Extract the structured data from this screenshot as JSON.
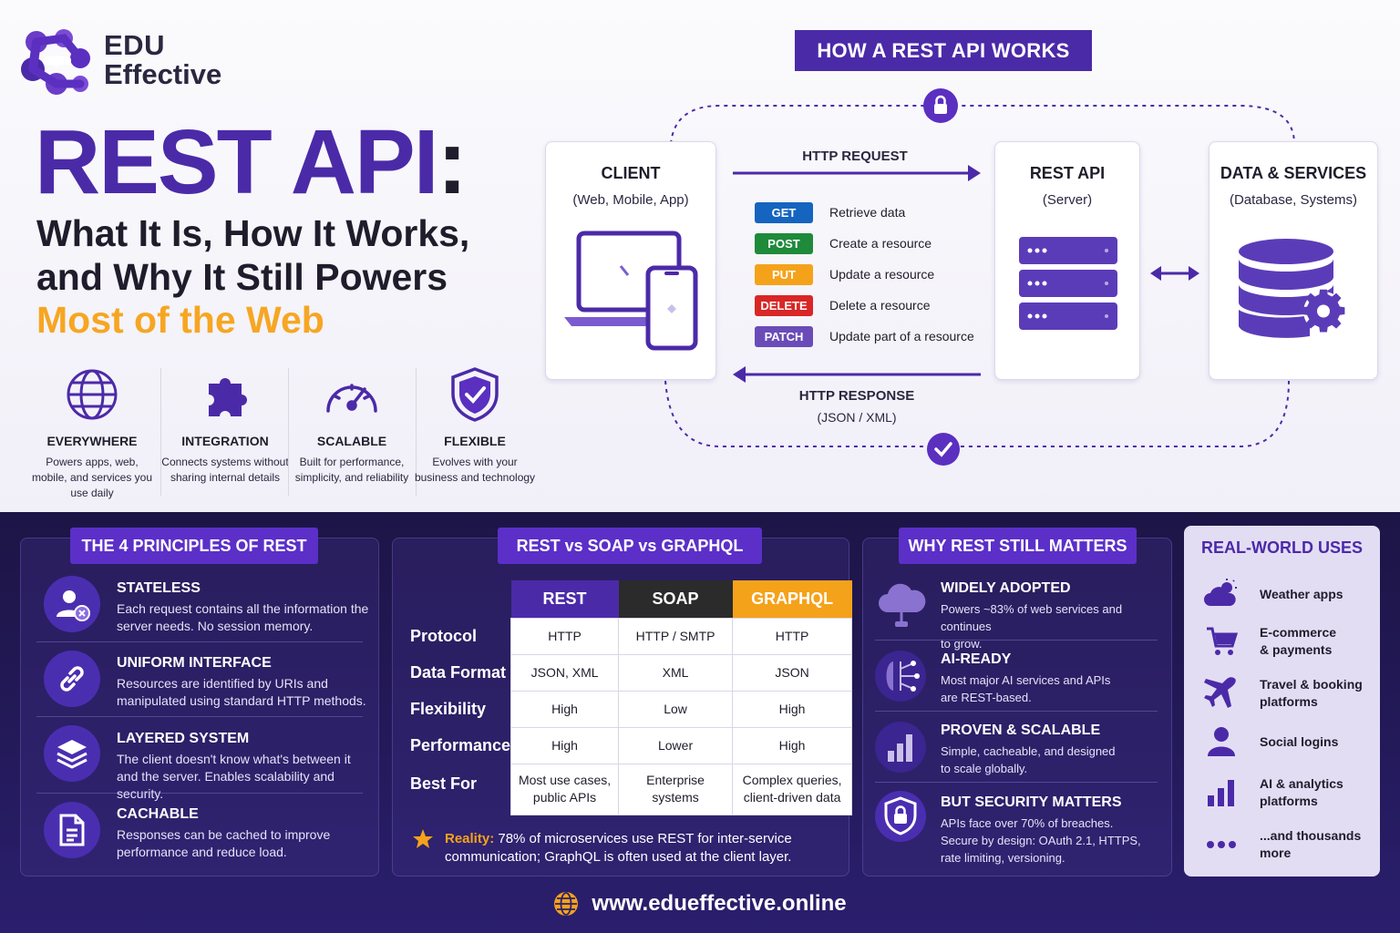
{
  "brand": {
    "line1": "EDU",
    "line2": "Effective"
  },
  "header": {
    "title_main": "REST API",
    "title_colon": ":",
    "subtitle_line1": "What It Is, How It Works,",
    "subtitle_line2": "and Why It Still Powers",
    "subtitle_accent": "Most of the Web"
  },
  "features": [
    {
      "icon": "globe-icon",
      "title": "EVERYWHERE",
      "desc": "Powers apps, web, mobile, and services you use daily"
    },
    {
      "icon": "puzzle-icon",
      "title": "INTEGRATION",
      "desc": "Connects systems without sharing internal details"
    },
    {
      "icon": "gauge-icon",
      "title": "SCALABLE",
      "desc": "Built for performance, simplicity, and reliability"
    },
    {
      "icon": "shield-check-icon",
      "title": "FLEXIBLE",
      "desc": "Evolves with your business and technology"
    }
  ],
  "diagram": {
    "title": "HOW A REST API WORKS",
    "client": {
      "title": "CLIENT",
      "sub": "(Web, Mobile, App)"
    },
    "server": {
      "title": "REST API",
      "sub": "(Server)"
    },
    "data": {
      "title": "DATA & SERVICES",
      "sub": "(Database, Systems)"
    },
    "request_label": "HTTP REQUEST",
    "response_label": "HTTP RESPONSE",
    "response_format": "(JSON / XML)",
    "methods": [
      {
        "name": "GET",
        "desc": "Retrieve data",
        "color": "#1565c0"
      },
      {
        "name": "POST",
        "desc": "Create a resource",
        "color": "#1e8a3a"
      },
      {
        "name": "PUT",
        "desc": "Update a resource",
        "color": "#f5a21b"
      },
      {
        "name": "DELETE",
        "desc": "Delete a resource",
        "color": "#d92626"
      },
      {
        "name": "PATCH",
        "desc": "Update part of a resource",
        "color": "#6a4cb8"
      }
    ]
  },
  "principles": {
    "title": "THE 4 PRINCIPLES OF REST",
    "items": [
      {
        "icon": "user-x-icon",
        "title": "STATELESS",
        "desc": "Each request contains all the information the server needs. No session memory."
      },
      {
        "icon": "link-icon",
        "title": "UNIFORM INTERFACE",
        "desc": "Resources are identified by URIs and manipulated using standard HTTP methods."
      },
      {
        "icon": "layers-icon",
        "title": "LAYERED SYSTEM",
        "desc": "The client doesn't know what's between it and the server. Enables scalability and security."
      },
      {
        "icon": "document-icon",
        "title": "CACHABLE",
        "desc": "Responses can be cached to improve performance and reduce load."
      }
    ]
  },
  "comparison": {
    "title": "REST vs SOAP vs GRAPHQL",
    "columns": [
      "REST",
      "SOAP",
      "GRAPHQL"
    ],
    "column_colors": [
      "#4b2aa8",
      "#2b2b2b",
      "#f5a21b"
    ],
    "rows": [
      {
        "label": "Protocol",
        "cells": [
          "HTTP",
          "HTTP / SMTP",
          "HTTP"
        ]
      },
      {
        "label": "Data Format",
        "cells": [
          "JSON, XML",
          "XML",
          "JSON"
        ]
      },
      {
        "label": "Flexibility",
        "cells": [
          "High",
          "Low",
          "High"
        ]
      },
      {
        "label": "Performance",
        "cells": [
          "High",
          "Lower",
          "High"
        ]
      },
      {
        "label": "Best For",
        "cells": [
          "Most use cases, public APIs",
          "Enterprise systems",
          "Complex queries, client-driven data"
        ]
      }
    ],
    "note_label": "Reality:",
    "note_line1": "78% of microservices use REST for inter-service",
    "note_line2": "communication; GraphQL is often used at the client layer."
  },
  "why": {
    "title": "WHY REST STILL MATTERS",
    "items": [
      {
        "icon": "cloud-icon",
        "title": "WIDELY ADOPTED",
        "desc1": "Powers ~83% of web services and continues",
        "desc2": "to grow."
      },
      {
        "icon": "ai-circuit-icon",
        "title": "AI-READY",
        "desc1": "Most major AI services and APIs",
        "desc2": "are REST-based."
      },
      {
        "icon": "bar-chart-icon",
        "title": "PROVEN & SCALABLE",
        "desc1": "Simple, cacheable, and designed",
        "desc2": "to scale globally."
      },
      {
        "icon": "shield-lock-icon",
        "title": "BUT SECURITY MATTERS",
        "desc1": "APIs face over 70% of breaches.",
        "desc2": "Secure by design: OAuth 2.1, HTTPS,",
        "desc3": "rate limiting, versioning."
      }
    ]
  },
  "uses": {
    "title": "REAL-WORLD USES",
    "items": [
      {
        "icon": "weather-icon",
        "l1": "Weather apps",
        "l2": ""
      },
      {
        "icon": "cart-icon",
        "l1": "E-commerce",
        "l2": "& payments"
      },
      {
        "icon": "plane-icon",
        "l1": "Travel & booking",
        "l2": "platforms"
      },
      {
        "icon": "person-icon",
        "l1": "Social logins",
        "l2": ""
      },
      {
        "icon": "analytics-icon",
        "l1": "AI & analytics",
        "l2": "platforms"
      },
      {
        "icon": "more-icon",
        "l1": "...and thousands",
        "l2": "more"
      }
    ]
  },
  "footer": {
    "url": "www.edueffective.online"
  },
  "colors": {
    "brand_purple": "#4b2aa8",
    "accent_orange": "#f6a623",
    "dark_bg": "#1d1546"
  }
}
